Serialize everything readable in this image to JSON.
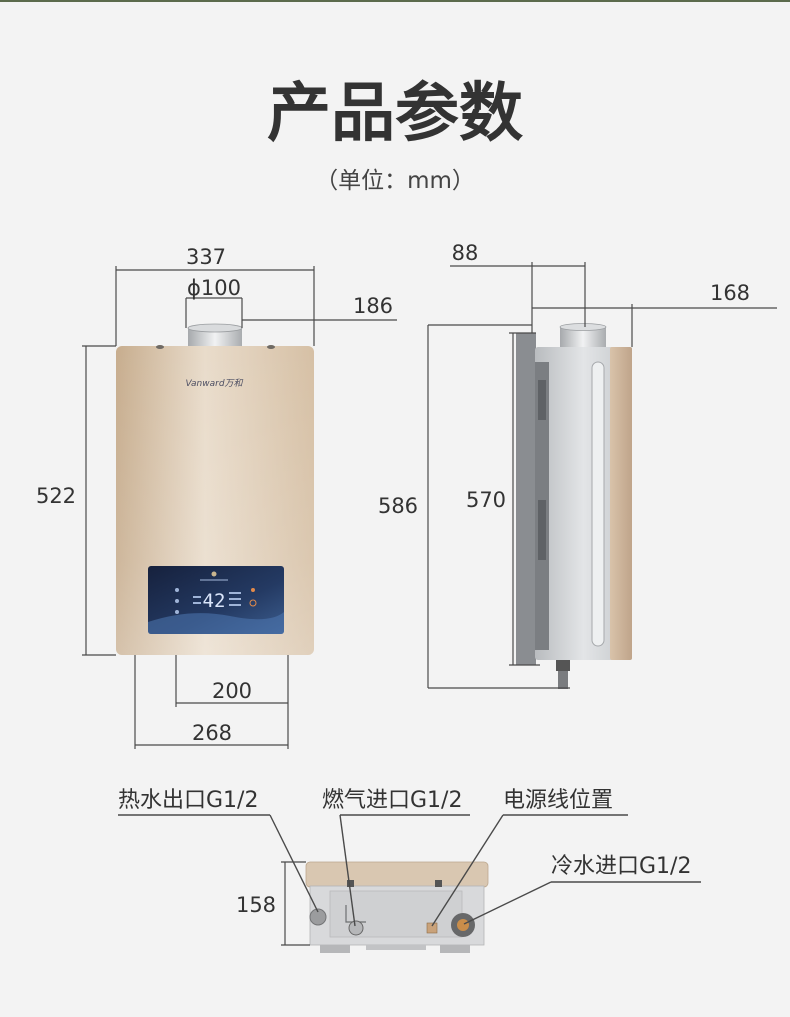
{
  "title": "产品参数",
  "unit_note": "（单位：mm）",
  "front_view": {
    "logo": "Vanward万和",
    "display_temp": "42",
    "dims": {
      "width": "337",
      "flue_diameter": "ϕ100",
      "flue_offset": "186",
      "height": "522",
      "bracket_inner": "200",
      "bracket_outer": "268"
    }
  },
  "side_view": {
    "dims": {
      "flue_depth": "88",
      "depth": "168",
      "total_height": "586",
      "bracket_height": "570"
    }
  },
  "bottom_view": {
    "depth": "158",
    "labels": {
      "hot_water_outlet": "热水出口G1/2",
      "gas_inlet": "燃气进口G1/2",
      "power_cord": "电源线位置",
      "cold_water_inlet": "冷水进口G1/2"
    }
  },
  "colors": {
    "background": "#f3f3f3",
    "champagne": "#e6d6c2",
    "silver": "#d2d4d6",
    "display_panel": "#1d2b4c",
    "line": "#4a4a4a"
  }
}
